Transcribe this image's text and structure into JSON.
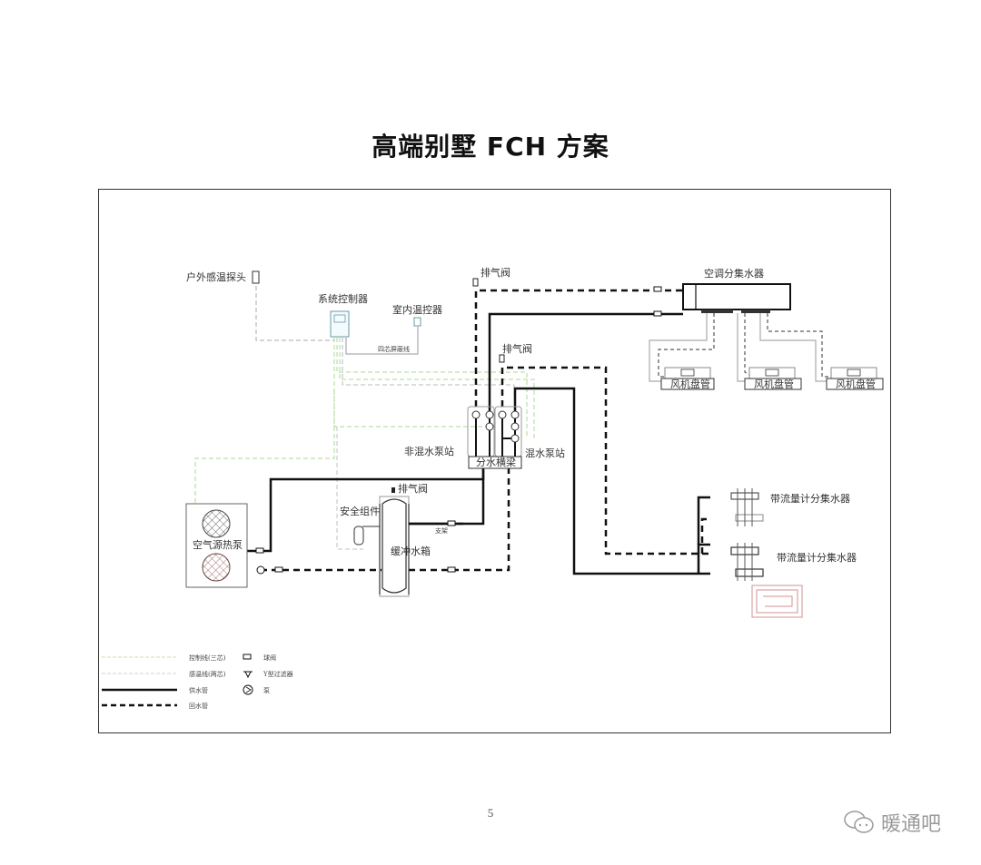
{
  "title": "高端别墅 FCH 方案",
  "page_number": "5",
  "watermark": {
    "icon": "wechat-icon",
    "text": "暖通吧"
  },
  "components": {
    "outdoor_sensor": "户外感温探头",
    "system_controller": "系统控制器",
    "room_thermostat": "室内温控器",
    "shielded_cable": "四芯屏蔽线",
    "air_vent_top": "排气阀",
    "air_vent_mid": "排气阀",
    "air_vent_tank": "排气阀",
    "ac_manifold": "空调分集水器",
    "fan_coils": [
      "风机盘管",
      "风机盘管",
      "风机盘管"
    ],
    "direct_pump_station": "非混水泵站",
    "mixing_pump_station": "混水泵站",
    "distribution_rack": "分水横梁",
    "safety_group": "安全组件",
    "bracket": "支架",
    "buffer_tank": "缓冲水箱",
    "heat_pump": "空气源热泵",
    "floor_manifold_1": "带流量计分集水器",
    "floor_manifold_2": "带流量计分集水器"
  },
  "legend": {
    "lines": [
      {
        "label": "控制线(三芯)",
        "style": "control-line",
        "color": "#b8d8a0"
      },
      {
        "label": "感温线(两芯)",
        "style": "sensor-line",
        "color": "#c8c8d8"
      },
      {
        "label": "供水管",
        "style": "supply-pipe",
        "color": "#111111"
      },
      {
        "label": "回水管",
        "style": "return-pipe",
        "color": "#111111"
      }
    ],
    "symbols": [
      {
        "label": "球阀",
        "icon": "ball-valve-icon"
      },
      {
        "label": "Y型过滤器",
        "icon": "y-strainer-icon"
      },
      {
        "label": "泵",
        "icon": "pump-icon"
      }
    ]
  },
  "colors": {
    "pipe": "#111111",
    "control_line": "#a8d890",
    "sensor_line": "#b8b8c8",
    "floor_loop": "#d09090"
  }
}
